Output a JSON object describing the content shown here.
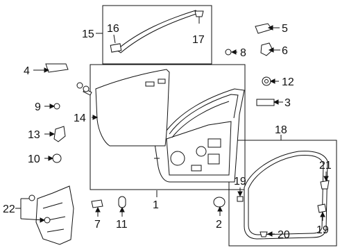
{
  "callouts": [
    {
      "id": "c1",
      "label": "1"
    },
    {
      "id": "c2",
      "label": "2"
    },
    {
      "id": "c3",
      "label": "3"
    },
    {
      "id": "c4",
      "label": "4"
    },
    {
      "id": "c5",
      "label": "5"
    },
    {
      "id": "c6",
      "label": "6"
    },
    {
      "id": "c7",
      "label": "7"
    },
    {
      "id": "c8",
      "label": "8"
    },
    {
      "id": "c9",
      "label": "9"
    },
    {
      "id": "c10",
      "label": "10"
    },
    {
      "id": "c11",
      "label": "11"
    },
    {
      "id": "c12",
      "label": "12"
    },
    {
      "id": "c13",
      "label": "13"
    },
    {
      "id": "c14",
      "label": "14"
    },
    {
      "id": "c15",
      "label": "15"
    },
    {
      "id": "c16",
      "label": "16"
    },
    {
      "id": "c17",
      "label": "17"
    },
    {
      "id": "c18",
      "label": "18"
    },
    {
      "id": "c19a",
      "label": "19"
    },
    {
      "id": "c19b",
      "label": "19"
    },
    {
      "id": "c20",
      "label": "20"
    },
    {
      "id": "c21",
      "label": "21"
    },
    {
      "id": "c22",
      "label": "22"
    }
  ]
}
